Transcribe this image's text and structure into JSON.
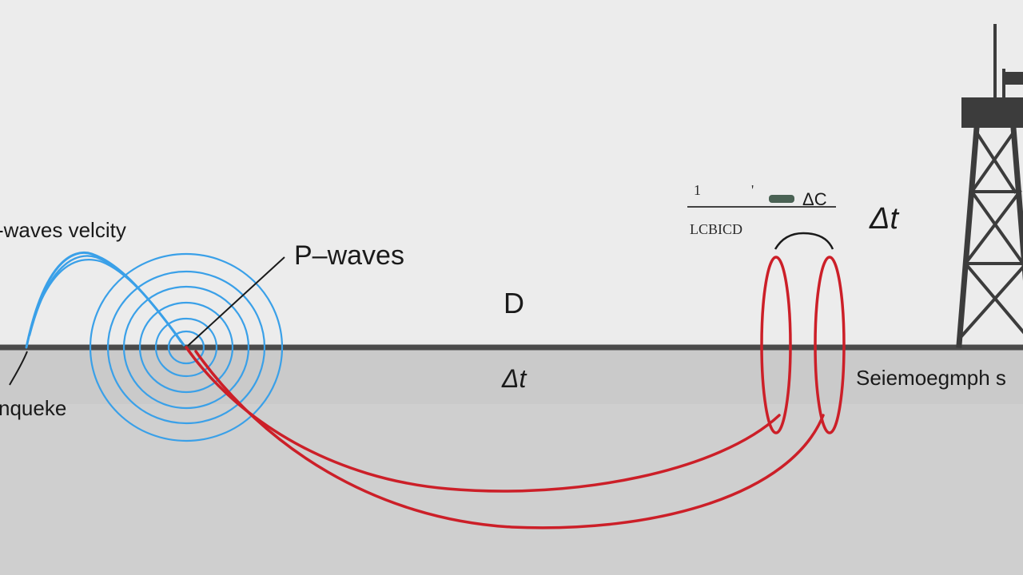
{
  "labels": {
    "velocity": "-waves velcity",
    "earthquake": "nqueke",
    "p_waves": "P–waves",
    "distance": "D",
    "delta_t_ground": "Δt",
    "delta_t_right": "Δt",
    "seismograph": "Seiemoegmph s",
    "formula_num_left": "1",
    "formula_num_right": "'",
    "formula_right": "ΔC",
    "formula_den": "LCBICD"
  },
  "colors": {
    "background": "#ececec",
    "ground": "#cfcfcf",
    "surface_line": "#4a4a4a",
    "p_wave_blue": "#3aa0e8",
    "s_wave_red": "#cc1f28",
    "tower": "#3c3c3c"
  },
  "icons": {
    "tower": "seismograph-tower-icon"
  }
}
